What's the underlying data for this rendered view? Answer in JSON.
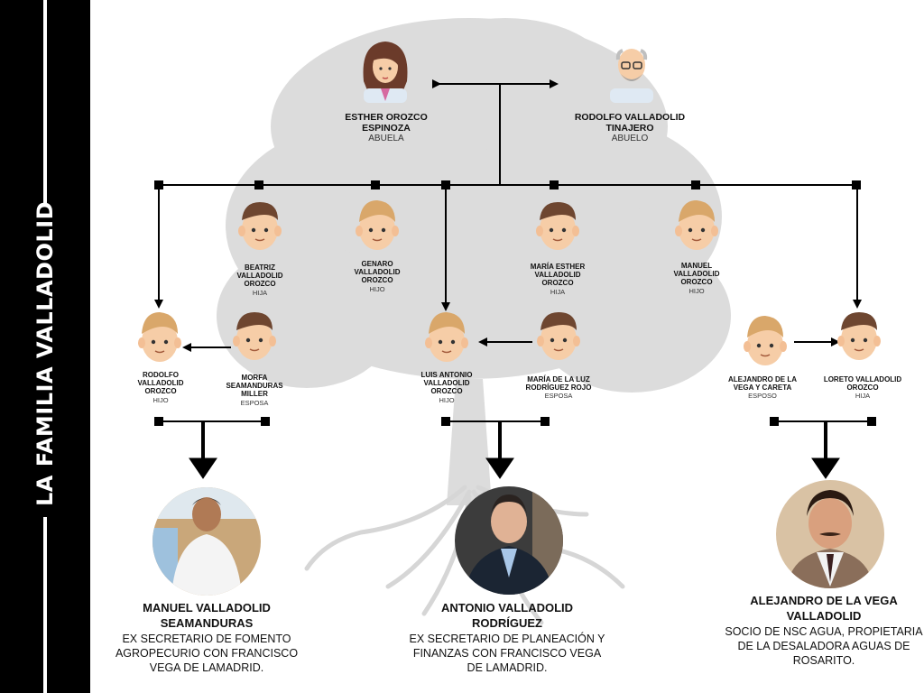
{
  "sidebar": {
    "title": "LA FAMILIA VALLADOLID"
  },
  "grandparents": [
    {
      "name": "ESTHER OROZCO ESPINOZA",
      "role": "ABUELA"
    },
    {
      "name": "RODOLFO VALLADOLID TINAJERO",
      "role": "ABUELO"
    }
  ],
  "children": [
    {
      "name": "BEATRIZ VALLADOLID OROZCO",
      "role": "HIJA"
    },
    {
      "name": "GENARO VALLADOLID OROZCO",
      "role": "HIJO"
    },
    {
      "name": "MARÍA ESTHER VALLADOLID OROZCO",
      "role": "HIJA"
    },
    {
      "name": "MANUEL VALLADOLID OROZCO",
      "role": "HIJO"
    }
  ],
  "couples": [
    {
      "name": "RODOLFO VALLADOLID OROZCO",
      "role": "HIJO"
    },
    {
      "name": "MORFA SEAMANDURAS MILLER",
      "role": "ESPOSA"
    },
    {
      "name": "LUIS ANTONIO VALLADOLID OROZCO",
      "role": "HIJO"
    },
    {
      "name": "MARÍA DE LA LUZ RODRÍGUEZ ROJO",
      "role": "ESPOSA"
    },
    {
      "name": "ALEJANDRO DE LA VEGA Y CARETA",
      "role": "ESPOSO"
    },
    {
      "name": "LORETO VALLADOLID OROZCO",
      "role": "HIJA"
    }
  ],
  "grandchildren": [
    {
      "name": "MANUEL VALLADOLID SEAMANDURAS",
      "desc": "EX SECRETARIO DE FOMENTO AGROPECURIO CON FRANCISCO VEGA DE LAMADRID."
    },
    {
      "name": "ANTONIO VALLADOLID RODRÍGUEZ",
      "desc": "EX SECRETARIO DE PLANEACIÓN Y FINANZAS CON FRANCISCO VEGA DE LAMADRID."
    },
    {
      "name": "ALEJANDRO DE LA VEGA VALLADOLID",
      "desc": "SOCIO DE NSC AGUA, PROPIETARIA DE LA DESALADORA AGUAS DE ROSARITO."
    }
  ],
  "colors": {
    "sidebar": "#000000",
    "tree": "#d0d0d0",
    "line": "#000000",
    "skin": "#f6cda7",
    "hair_brown": "#6e4630",
    "hair_blond": "#d9a76a"
  }
}
